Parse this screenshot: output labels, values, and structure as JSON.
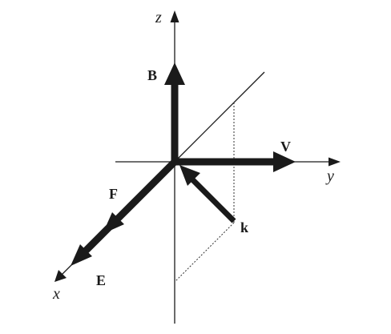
{
  "diagram": {
    "axes": {
      "x_label": "x",
      "y_label": "y",
      "z_label": "z"
    },
    "vectors": {
      "B": "B",
      "V": "V",
      "F": "F",
      "E": "E",
      "k": "k"
    },
    "colors": {
      "stroke": "#1a1a1a",
      "dotted": "#333333",
      "background": "#ffffff"
    }
  }
}
